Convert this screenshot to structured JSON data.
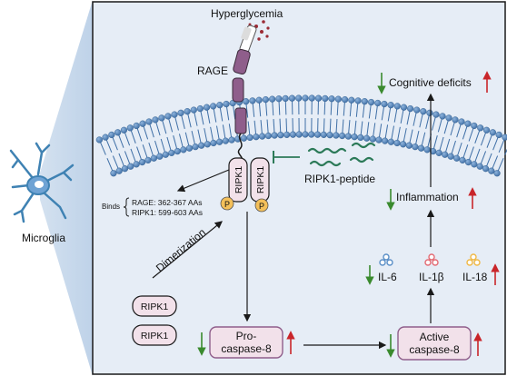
{
  "panel": {
    "bg": "#e6edf6",
    "border": "#1a1a1a"
  },
  "cell": {
    "label": "Microglia",
    "color": "#3f82b3"
  },
  "receptor": {
    "stimulus": "Hyperglycemia",
    "name": "RAGE",
    "color": "#8f5e8b",
    "glucose_color": "#9b2b35"
  },
  "ripk1": {
    "name": "RIPK1",
    "phospho": "P",
    "binds_label": "Binds",
    "binds_rage": "RAGE: 362-367 AAs",
    "binds_ripk1": "RIPK1: 599-603 AAs",
    "dimerization": "Dimerization",
    "monomer_top": "RIPK1",
    "monomer_bottom": "RIPK1",
    "fill": "#f2e1ea",
    "phospho_fill": "#f4c05a"
  },
  "peptide": {
    "label": "RIPK1-peptide",
    "color": "#2c7a58"
  },
  "caspase": {
    "pro_line1": "Pro-",
    "pro_line2": "caspase-8",
    "active_line1": "Active",
    "active_line2": "caspase-8",
    "fill": "#f2e1ea"
  },
  "cytokines": [
    {
      "label": "IL-6",
      "dot_color": "#5a8fc7",
      "arrow": "down"
    },
    {
      "label": "IL-1β",
      "dot_color": "#e36b74",
      "arrow": "none"
    },
    {
      "label": "IL-18",
      "dot_color": "#f0b845",
      "arrow": "up"
    }
  ],
  "outcomes": {
    "inflammation": "Inflammation",
    "cognitive": "Cognitive deficits"
  },
  "arrow_colors": {
    "down": "#3a8a2e",
    "up": "#c9252a"
  }
}
